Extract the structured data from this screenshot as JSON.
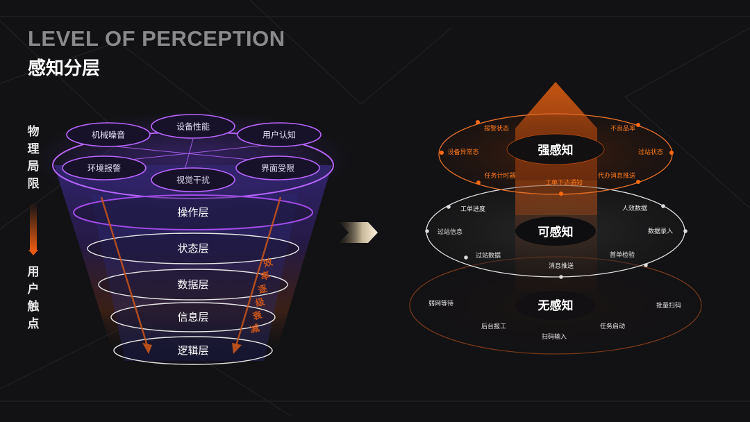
{
  "title": {
    "en": "LEVEL OF PERCEPTION",
    "cn": "感知分层"
  },
  "left_axis": {
    "top": "物理局限",
    "bottom": "用户触点"
  },
  "funnel": {
    "factors": [
      "机械噪音",
      "设备性能",
      "用户认知",
      "环境报警",
      "视觉干扰",
      "界面受限"
    ],
    "layers": [
      "操作层",
      "状态层",
      "数据层",
      "信息层",
      "逻辑层"
    ],
    "arrow_label": "效率逐级衰减"
  },
  "tiers": {
    "strong": {
      "label": "强感知",
      "items": [
        "报警状态",
        "不良品率",
        "设备异常态",
        "过站状态",
        "任务计时器",
        "代办消息推送",
        "工单下达通知"
      ]
    },
    "medium": {
      "label": "可感知",
      "items": [
        "工单进度",
        "人效数据",
        "过站信息",
        "数据录入",
        "过站数据",
        "首单检验",
        "消息推送"
      ]
    },
    "none": {
      "label": "无感知",
      "items": [
        "弱网等待",
        "批量扫码",
        "后台报工",
        "任务启动",
        "扫码输入"
      ]
    }
  },
  "colors": {
    "accent": "#ff7a1a",
    "purple": "#b45cff",
    "background": "#121214"
  }
}
